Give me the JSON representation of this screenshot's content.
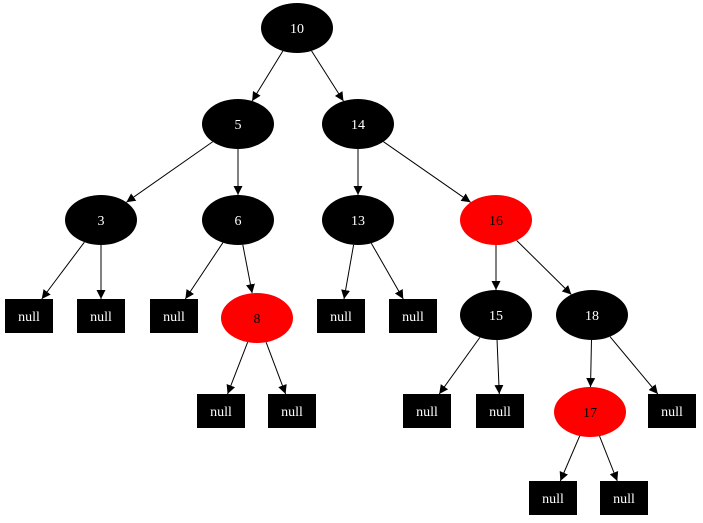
{
  "tree": {
    "nodes": {
      "n10": {
        "label": "10",
        "color": "black",
        "kind": "node"
      },
      "n5": {
        "label": "5",
        "color": "black",
        "kind": "node"
      },
      "n14": {
        "label": "14",
        "color": "black",
        "kind": "node"
      },
      "n3": {
        "label": "3",
        "color": "black",
        "kind": "node"
      },
      "n6": {
        "label": "6",
        "color": "black",
        "kind": "node"
      },
      "n13": {
        "label": "13",
        "color": "black",
        "kind": "node"
      },
      "n16": {
        "label": "16",
        "color": "red",
        "kind": "node"
      },
      "n8": {
        "label": "8",
        "color": "red",
        "kind": "node"
      },
      "n15": {
        "label": "15",
        "color": "black",
        "kind": "node"
      },
      "n18": {
        "label": "18",
        "color": "black",
        "kind": "node"
      },
      "n17": {
        "label": "17",
        "color": "red",
        "kind": "node"
      },
      "z1": {
        "label": "null",
        "color": "black",
        "kind": "leaf"
      },
      "z2": {
        "label": "null",
        "color": "black",
        "kind": "leaf"
      },
      "z3": {
        "label": "null",
        "color": "black",
        "kind": "leaf"
      },
      "z4": {
        "label": "null",
        "color": "black",
        "kind": "leaf"
      },
      "z5": {
        "label": "null",
        "color": "black",
        "kind": "leaf"
      },
      "z6": {
        "label": "null",
        "color": "black",
        "kind": "leaf"
      },
      "z7": {
        "label": "null",
        "color": "black",
        "kind": "leaf"
      },
      "z8": {
        "label": "null",
        "color": "black",
        "kind": "leaf"
      },
      "z9": {
        "label": "null",
        "color": "black",
        "kind": "leaf"
      },
      "z10": {
        "label": "null",
        "color": "black",
        "kind": "leaf"
      },
      "z11": {
        "label": "null",
        "color": "black",
        "kind": "leaf"
      },
      "z12": {
        "label": "null",
        "color": "black",
        "kind": "leaf"
      }
    },
    "edges": [
      [
        "n10",
        "n5"
      ],
      [
        "n10",
        "n14"
      ],
      [
        "n5",
        "n3"
      ],
      [
        "n5",
        "n6"
      ],
      [
        "n14",
        "n13"
      ],
      [
        "n14",
        "n16"
      ],
      [
        "n3",
        "z1"
      ],
      [
        "n3",
        "z2"
      ],
      [
        "n6",
        "z3"
      ],
      [
        "n6",
        "n8"
      ],
      [
        "n13",
        "z4"
      ],
      [
        "n13",
        "z5"
      ],
      [
        "n16",
        "n15"
      ],
      [
        "n16",
        "n18"
      ],
      [
        "n8",
        "z6"
      ],
      [
        "n8",
        "z7"
      ],
      [
        "n15",
        "z8"
      ],
      [
        "n15",
        "z9"
      ],
      [
        "n18",
        "n17"
      ],
      [
        "n18",
        "z10"
      ],
      [
        "n17",
        "z11"
      ],
      [
        "n17",
        "z12"
      ]
    ],
    "colors": {
      "black": "#000000",
      "red": "#ff0000",
      "edge": "#000000",
      "text_on_black": "#ffffff",
      "text_on_red": "#000000"
    }
  }
}
